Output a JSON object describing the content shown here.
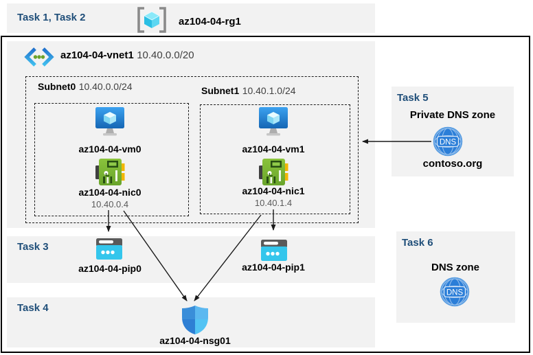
{
  "resource_group_band": {
    "task_label": "Task 1, Task 2",
    "rg_name": "az104-04-rg1"
  },
  "vnet": {
    "name": "az104-04-vnet1",
    "cidr": "10.40.0.0/20"
  },
  "subnets": [
    {
      "name": "Subnet0",
      "cidr": "10.40.0.0/24",
      "vm_name": "az104-04-vm0",
      "nic_name": "az104-04-nic0",
      "nic_ip": "10.40.0.4"
    },
    {
      "name": "Subnet1",
      "cidr": "10.40.1.0/24",
      "vm_name": "az104-04-vm1",
      "nic_name": "az104-04-nic1",
      "nic_ip": "10.40.1.4"
    }
  ],
  "task3": {
    "task_label": "Task 3",
    "pip0_name": "az104-04-pip0",
    "pip1_name": "az104-04-pip1"
  },
  "task4": {
    "task_label": "Task 4",
    "nsg_name": "az104-04-nsg01"
  },
  "task5": {
    "task_label": "Task 5",
    "heading": "Private DNS zone",
    "zone_name": "contoso.org"
  },
  "task6": {
    "task_label": "Task 6",
    "heading": "DNS zone"
  },
  "icons": {
    "resource_group": "resource-group-icon",
    "virtual_network": "virtual-network-icon",
    "virtual_machine": "virtual-machine-icon",
    "network_interface": "network-interface-icon",
    "public_ip": "public-ip-icon",
    "network_security_group": "nsg-shield-icon",
    "dns": "dns-globe-icon"
  },
  "colors": {
    "task_header_text": "#1f4e79",
    "band_background": "#f2f2f2",
    "border_black": "#000000",
    "ip_text": "#595959",
    "cidr_text": "#3f3f3f",
    "vm_blue": "#2f8fdd",
    "nic_green": "#7ab934",
    "pip_cyan": "#34c6ec",
    "nsg_blue": "#3a8ed9",
    "dns_blue": "#2b7ed8"
  }
}
